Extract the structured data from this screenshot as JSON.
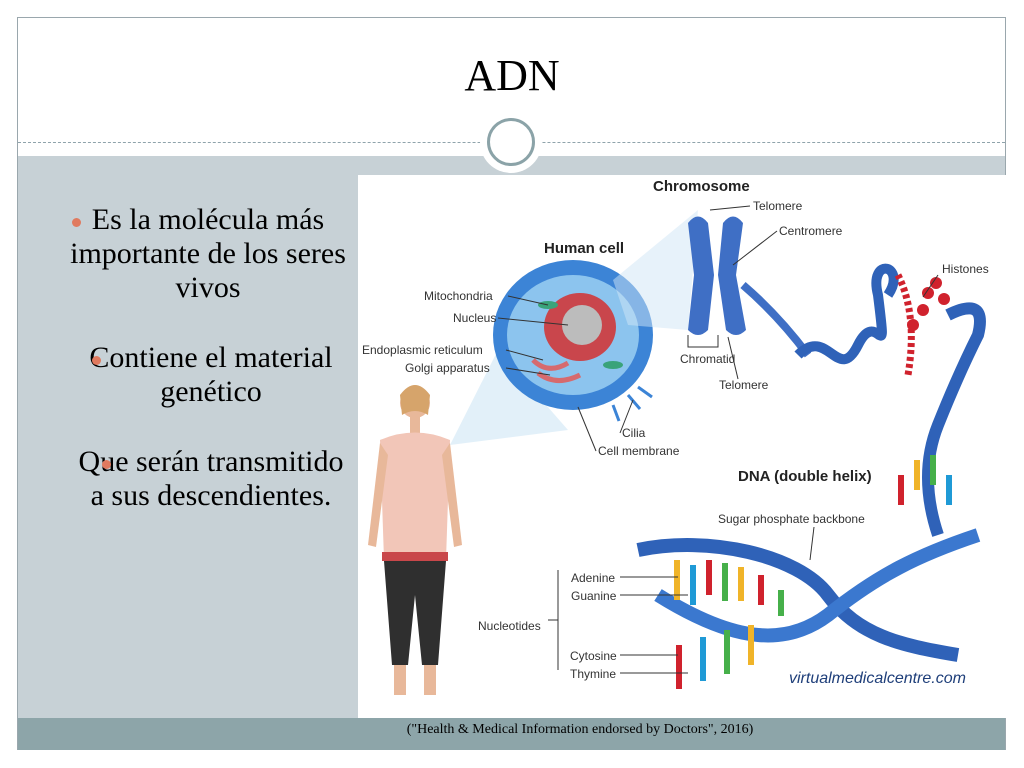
{
  "slide": {
    "title": "ADN",
    "bullets": [
      "Es la molécula más importante de los seres vivos",
      "Contiene el material genético",
      "Que serán transmitido a sus descendientes."
    ],
    "caption": "(\"Health & Medical Information endorsed by Doctors\", 2016)"
  },
  "figure": {
    "labels": {
      "chromosome": "Chromosome",
      "telomere_top": "Telomere",
      "centromere": "Centromere",
      "histones": "Histones",
      "human_cell": "Human cell",
      "mitochondria": "Mitochondria",
      "nucleus": "Nucleus",
      "endoplasmic": "Endoplasmic reticulum",
      "golgi": "Golgi apparatus",
      "chromatid": "Chromatid",
      "telomere_bottom": "Telomere",
      "cilia": "Cilia",
      "cell_membrane": "Cell membrane",
      "dna": "DNA (double helix)",
      "sugar": "Sugar phosphate backbone",
      "adenine": "Adenine",
      "guanine": "Guanine",
      "nucleotides": "Nucleotides",
      "cytosine": "Cytosine",
      "thymine": "Thymine",
      "watermark": "virtualmedicalcentre.com"
    }
  },
  "colors": {
    "accent": "#e07a5f",
    "body_bg": "#c7d1d6",
    "footer_bg": "#8da5a9"
  }
}
